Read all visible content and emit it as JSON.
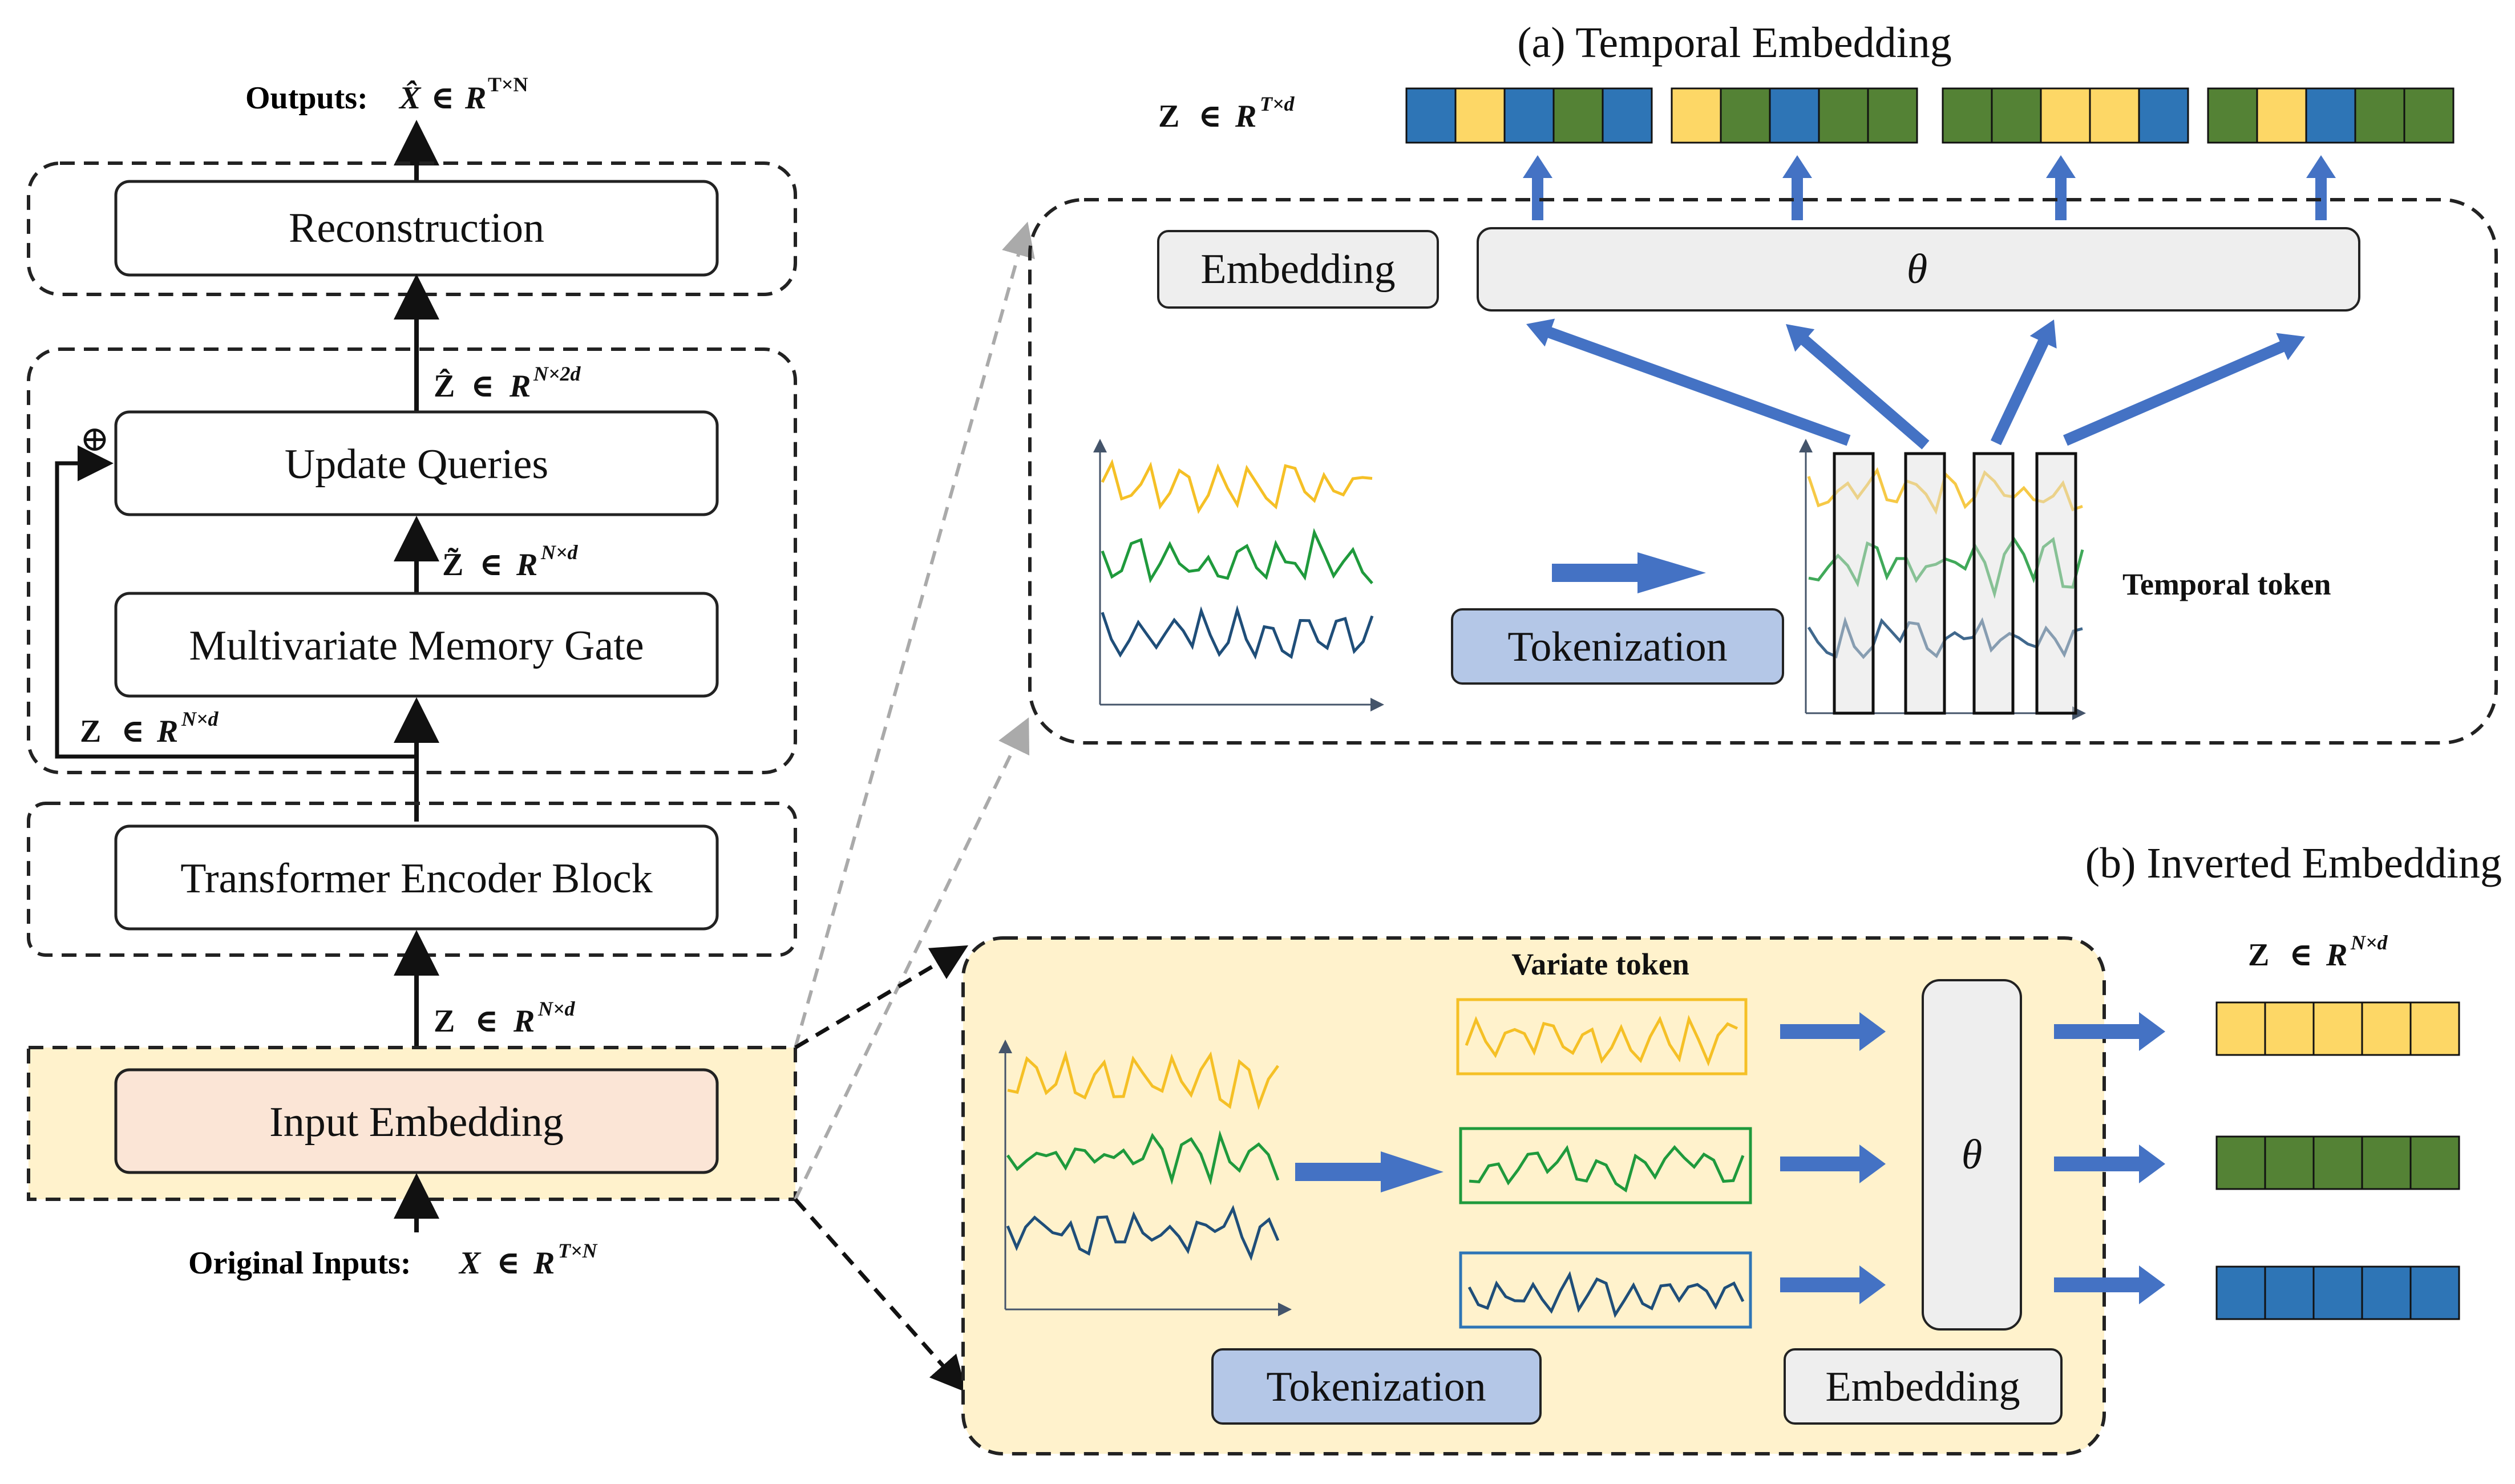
{
  "left_pipeline": {
    "outputs_label": "Outputs:",
    "outputs_var": "X̂",
    "outputs_in": "∈",
    "outputs_space": "R",
    "outputs_dims": "T×N",
    "reconstruction": "Reconstruction",
    "z_hat_var": "Ẑ",
    "z_hat_in": "∈",
    "z_hat_space": "R",
    "z_hat_dims": "N×2d",
    "oplus": "⊕",
    "update_queries": "Update Queries",
    "z_tilde_var": "Z̃",
    "z_tilde_in": "∈",
    "z_tilde_space": "R",
    "z_tilde_dims": "N×d",
    "memory_gate": "Multivariate Memory Gate",
    "z_loop_var": "Z",
    "z_loop_in": "∈",
    "z_loop_space": "R",
    "z_loop_dims": "N×d",
    "encoder_block": "Transformer Encoder Block",
    "z_embed_var": "Z",
    "z_embed_in": "∈",
    "z_embed_space": "R",
    "z_embed_dims": "N×d",
    "input_embedding": "Input Embedding",
    "inputs_label": "Original Inputs:",
    "inputs_var": "X",
    "inputs_in": "∈",
    "inputs_space": "R",
    "inputs_dims": "T×N"
  },
  "temporal": {
    "title": "(a) Temporal Embedding",
    "z_var": "Z",
    "z_in": "∈",
    "z_space": "R",
    "z_dims": "T×d",
    "embedding_label": "Embedding",
    "theta": "θ",
    "tokenization_label": "Tokenization",
    "token_label": "Temporal token"
  },
  "inverted": {
    "title": "(b) Inverted Embedding",
    "z_var": "Z",
    "z_in": "∈",
    "z_space": "R",
    "z_dims": "N×d",
    "token_label": "Variate token",
    "theta": "θ",
    "tokenization_label": "Tokenization",
    "embedding_label": "Embedding"
  },
  "colors": {
    "yellow": "#fdd766",
    "green": "#548235",
    "blue": "#2e75b6",
    "series_yellow": "#f5c026",
    "series_green": "#1f9a3c",
    "series_blue": "#1f4e79",
    "arrow_blue": "#4472c4",
    "input_embedding_fill": "#fbe5d6",
    "panel_fill": "#fff2cc",
    "tokenization_fill": "#b4c7e7",
    "gray_fill": "#eeeeee"
  },
  "token_colors": {
    "temporal_rows": [
      [
        "blue",
        "yellow",
        "blue",
        "green",
        "blue"
      ],
      [
        "yellow",
        "green",
        "blue",
        "green",
        "green"
      ],
      [
        "green",
        "green",
        "yellow",
        "yellow",
        "blue"
      ],
      [
        "green",
        "yellow",
        "blue",
        "green",
        "green"
      ]
    ],
    "inverted_rows": [
      "yellow",
      "green",
      "blue"
    ]
  }
}
